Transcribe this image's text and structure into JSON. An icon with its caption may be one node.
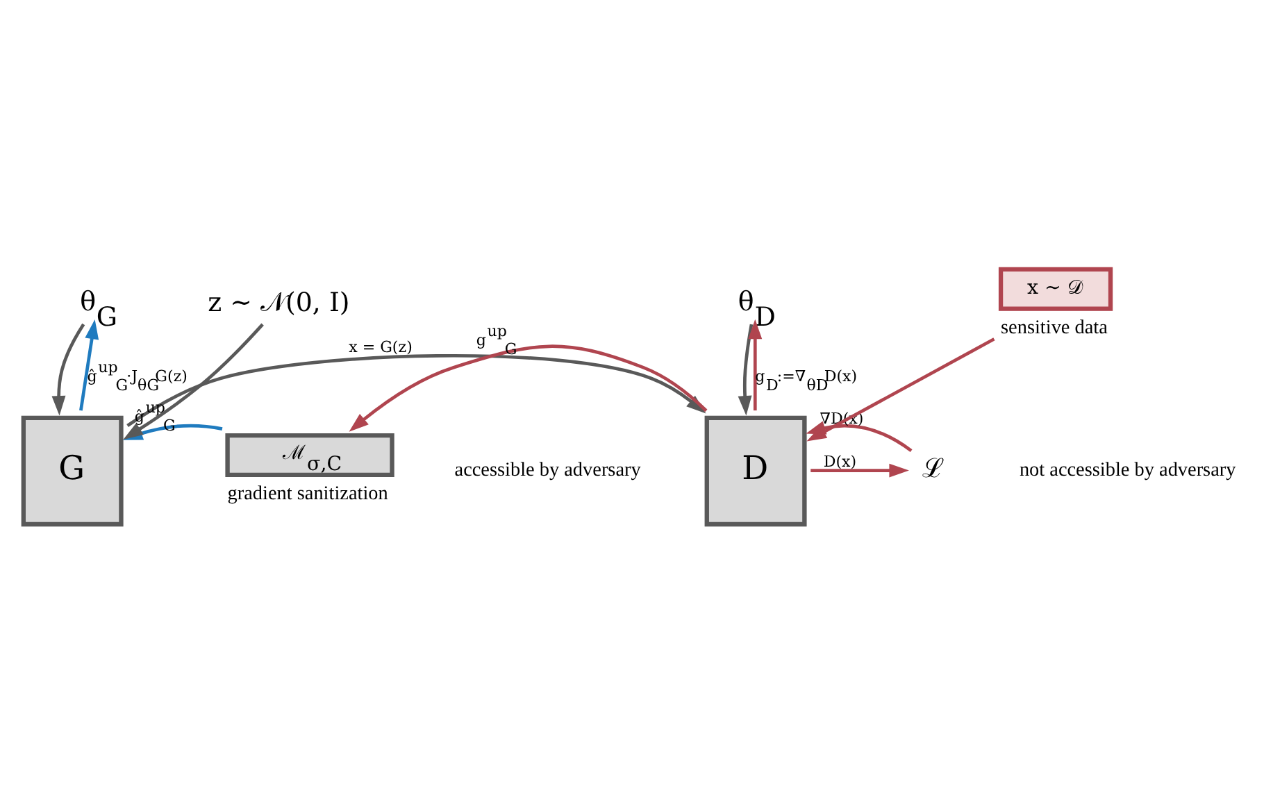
{
  "diagram": {
    "nodes": [
      {
        "text": [
          "θ$_{G}$"
        ]
      },
      {
        "text": [
          "G"
        ]
      },
      {
        "text": [
          "θ$_{D}$"
        ]
      },
      {
        "text": [
          "D"
        ]
      },
      {
        "text": [
          "ℳ$_{σ,C}$"
        ],
        "beside": [
          "gradient sanitization"
        ]
      },
      {
        "text": [
          "z ∼ 𝒩(0, I)"
        ]
      },
      {
        "text": [
          "ℒ"
        ]
      },
      {
        "text": [
          "x ∼ 𝒟"
        ],
        "beside": [
          "sensitive data"
        ]
      }
    ],
    "edges": [
      {
        "from": 0,
        "to": 1,
        "arrow": "to",
        "color": "#595959"
      },
      {
        "from": 1,
        "to": 0,
        "arrow": "to",
        "label": "ĝ$^{up}$$_{G}$·J$_{θG}$G(z)",
        "color": "#1f7bbf"
      },
      {
        "from": 1,
        "to": 3,
        "arrow": "to",
        "label": "x = G(z)",
        "color": "#595959"
      },
      {
        "from": 3,
        "to": 4,
        "arrow": "to",
        "label": "g$^{up}$$_{G}$"
      },
      {
        "from": 4,
        "to": 1,
        "arrow": "to",
        "label": "ĝ$^{up}$$_{G}$",
        "color": "#1f7bbf"
      },
      {
        "from": 5,
        "to": 1,
        "arrow": "to",
        "color": "#595959"
      },
      {
        "from": 2,
        "to": 3,
        "arrow": "to",
        "color": "#595959"
      },
      {
        "from": 3,
        "to": 2,
        "arrow": "to",
        "label": "g$_{D}$:=∇$_{θD}$D(x)"
      },
      {
        "from": 3,
        "to": 6,
        "arrow": "to",
        "label": "D(x)"
      },
      {
        "from": 6,
        "to": 3,
        "arrow": "to",
        "label": "∇D(x)"
      },
      {
        "from": 7,
        "to": 3,
        "arrow": "to"
      }
    ],
    "labels": [
      "accessible by adversary",
      "not accessible by adversary"
    ]
  }
}
